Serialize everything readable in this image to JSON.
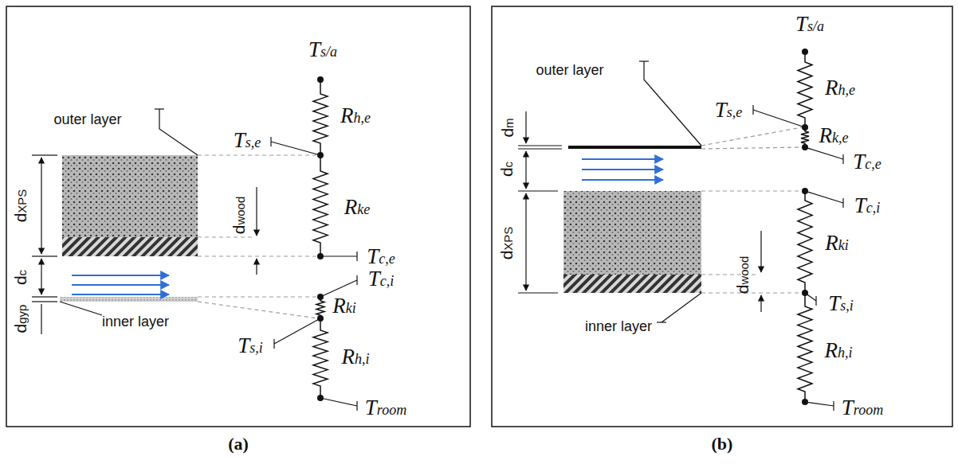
{
  "diagram": {
    "labels": [
      "Ts/a",
      "Rh,e",
      "outer layer",
      "Ts,e",
      "dXPS",
      "dwood",
      "Rke",
      "Tc,e",
      "Tc,i",
      "dc",
      "Rki",
      "inner layer",
      "dgyp",
      "Ts,i",
      "Rh,i",
      "Troom",
      "(a)",
      "Ts/a",
      "Rh,e",
      "outer layer",
      "Ts,e",
      "dm",
      "Rk,e",
      "dc",
      "Tc,e",
      "dXPS",
      "Tc,i",
      "Rki",
      "dwood",
      "inner layer",
      "Ts,i",
      "Rh,i",
      "Troom",
      "(b)"
    ]
  }
}
